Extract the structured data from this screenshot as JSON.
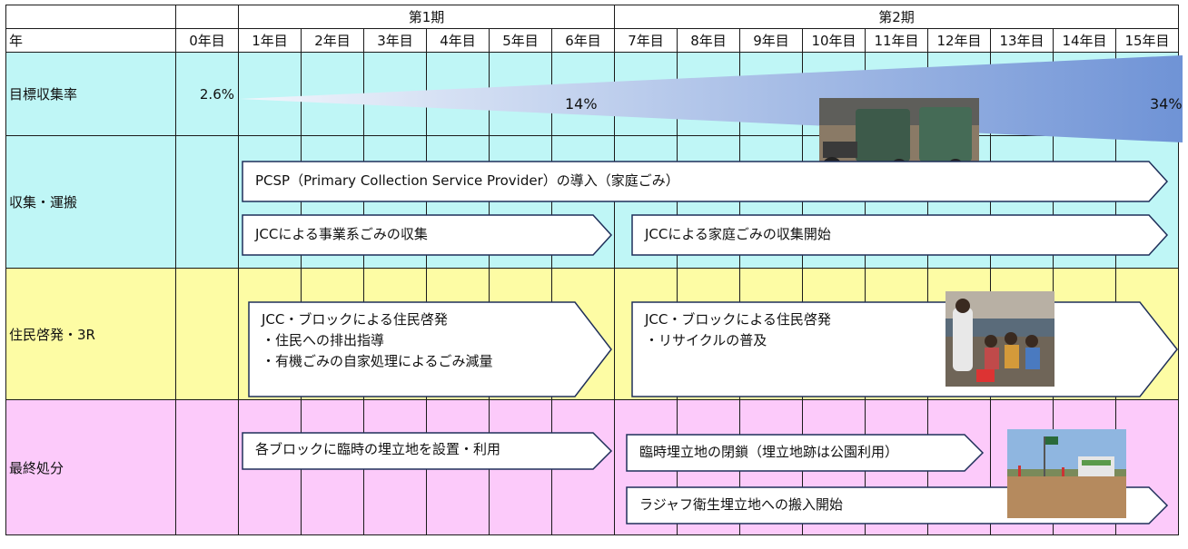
{
  "header": {
    "period_1": "第1期",
    "period_2": "第2期",
    "year_label": "年",
    "years": [
      "0年目",
      "1年目",
      "2年目",
      "3年目",
      "4年目",
      "5年目",
      "6年目",
      "7年目",
      "8年目",
      "9年目",
      "10年目",
      "11年目",
      "12年目",
      "13年目",
      "14年目",
      "15年目"
    ]
  },
  "rows": {
    "target": {
      "label": "目標収集率",
      "start_rate": "2.6%",
      "mid_rate": "14%",
      "end_rate": "34%"
    },
    "collection": {
      "label": "収集・運搬",
      "arrows": [
        "PCSP（Primary Collection Service Provider）の導入（家庭ごみ）",
        "JCCによる事業系ごみの収集",
        "JCCによる家庭ごみの収集開始"
      ]
    },
    "education": {
      "label": "住民啓発・3R",
      "arrow_1": {
        "title": "JCC・ブロックによる住民啓発",
        "items": [
          "・住民への排出指導",
          "・有機ごみの自家処理によるごみ減量"
        ]
      },
      "arrow_2": {
        "title": "JCC・ブロックによる住民啓発",
        "items": [
          "・リサイクルの普及"
        ]
      }
    },
    "final_disposal": {
      "label": "最終処分",
      "arrows": [
        "各ブロックに臨時の埋立地を設置・利用",
        "臨時埋立地の閉鎖（埋立地跡は公園利用）",
        "ラジャフ衛生埋立地への搬入開始"
      ]
    }
  },
  "colors": {
    "target_row": "#bff6f6",
    "collection_row": "#bff6f6",
    "education_row": "#fdfca4",
    "final_row": "#fccafa",
    "wedge_gradient_start": "#eef3fb",
    "wedge_gradient_end": "#6f93d6",
    "arrow_outline": "#1f2f5a"
  },
  "images": {
    "photo_1": "garbage-tricycle-photo",
    "photo_2": "community-meeting-photo",
    "photo_3": "landfill-site-photo"
  }
}
